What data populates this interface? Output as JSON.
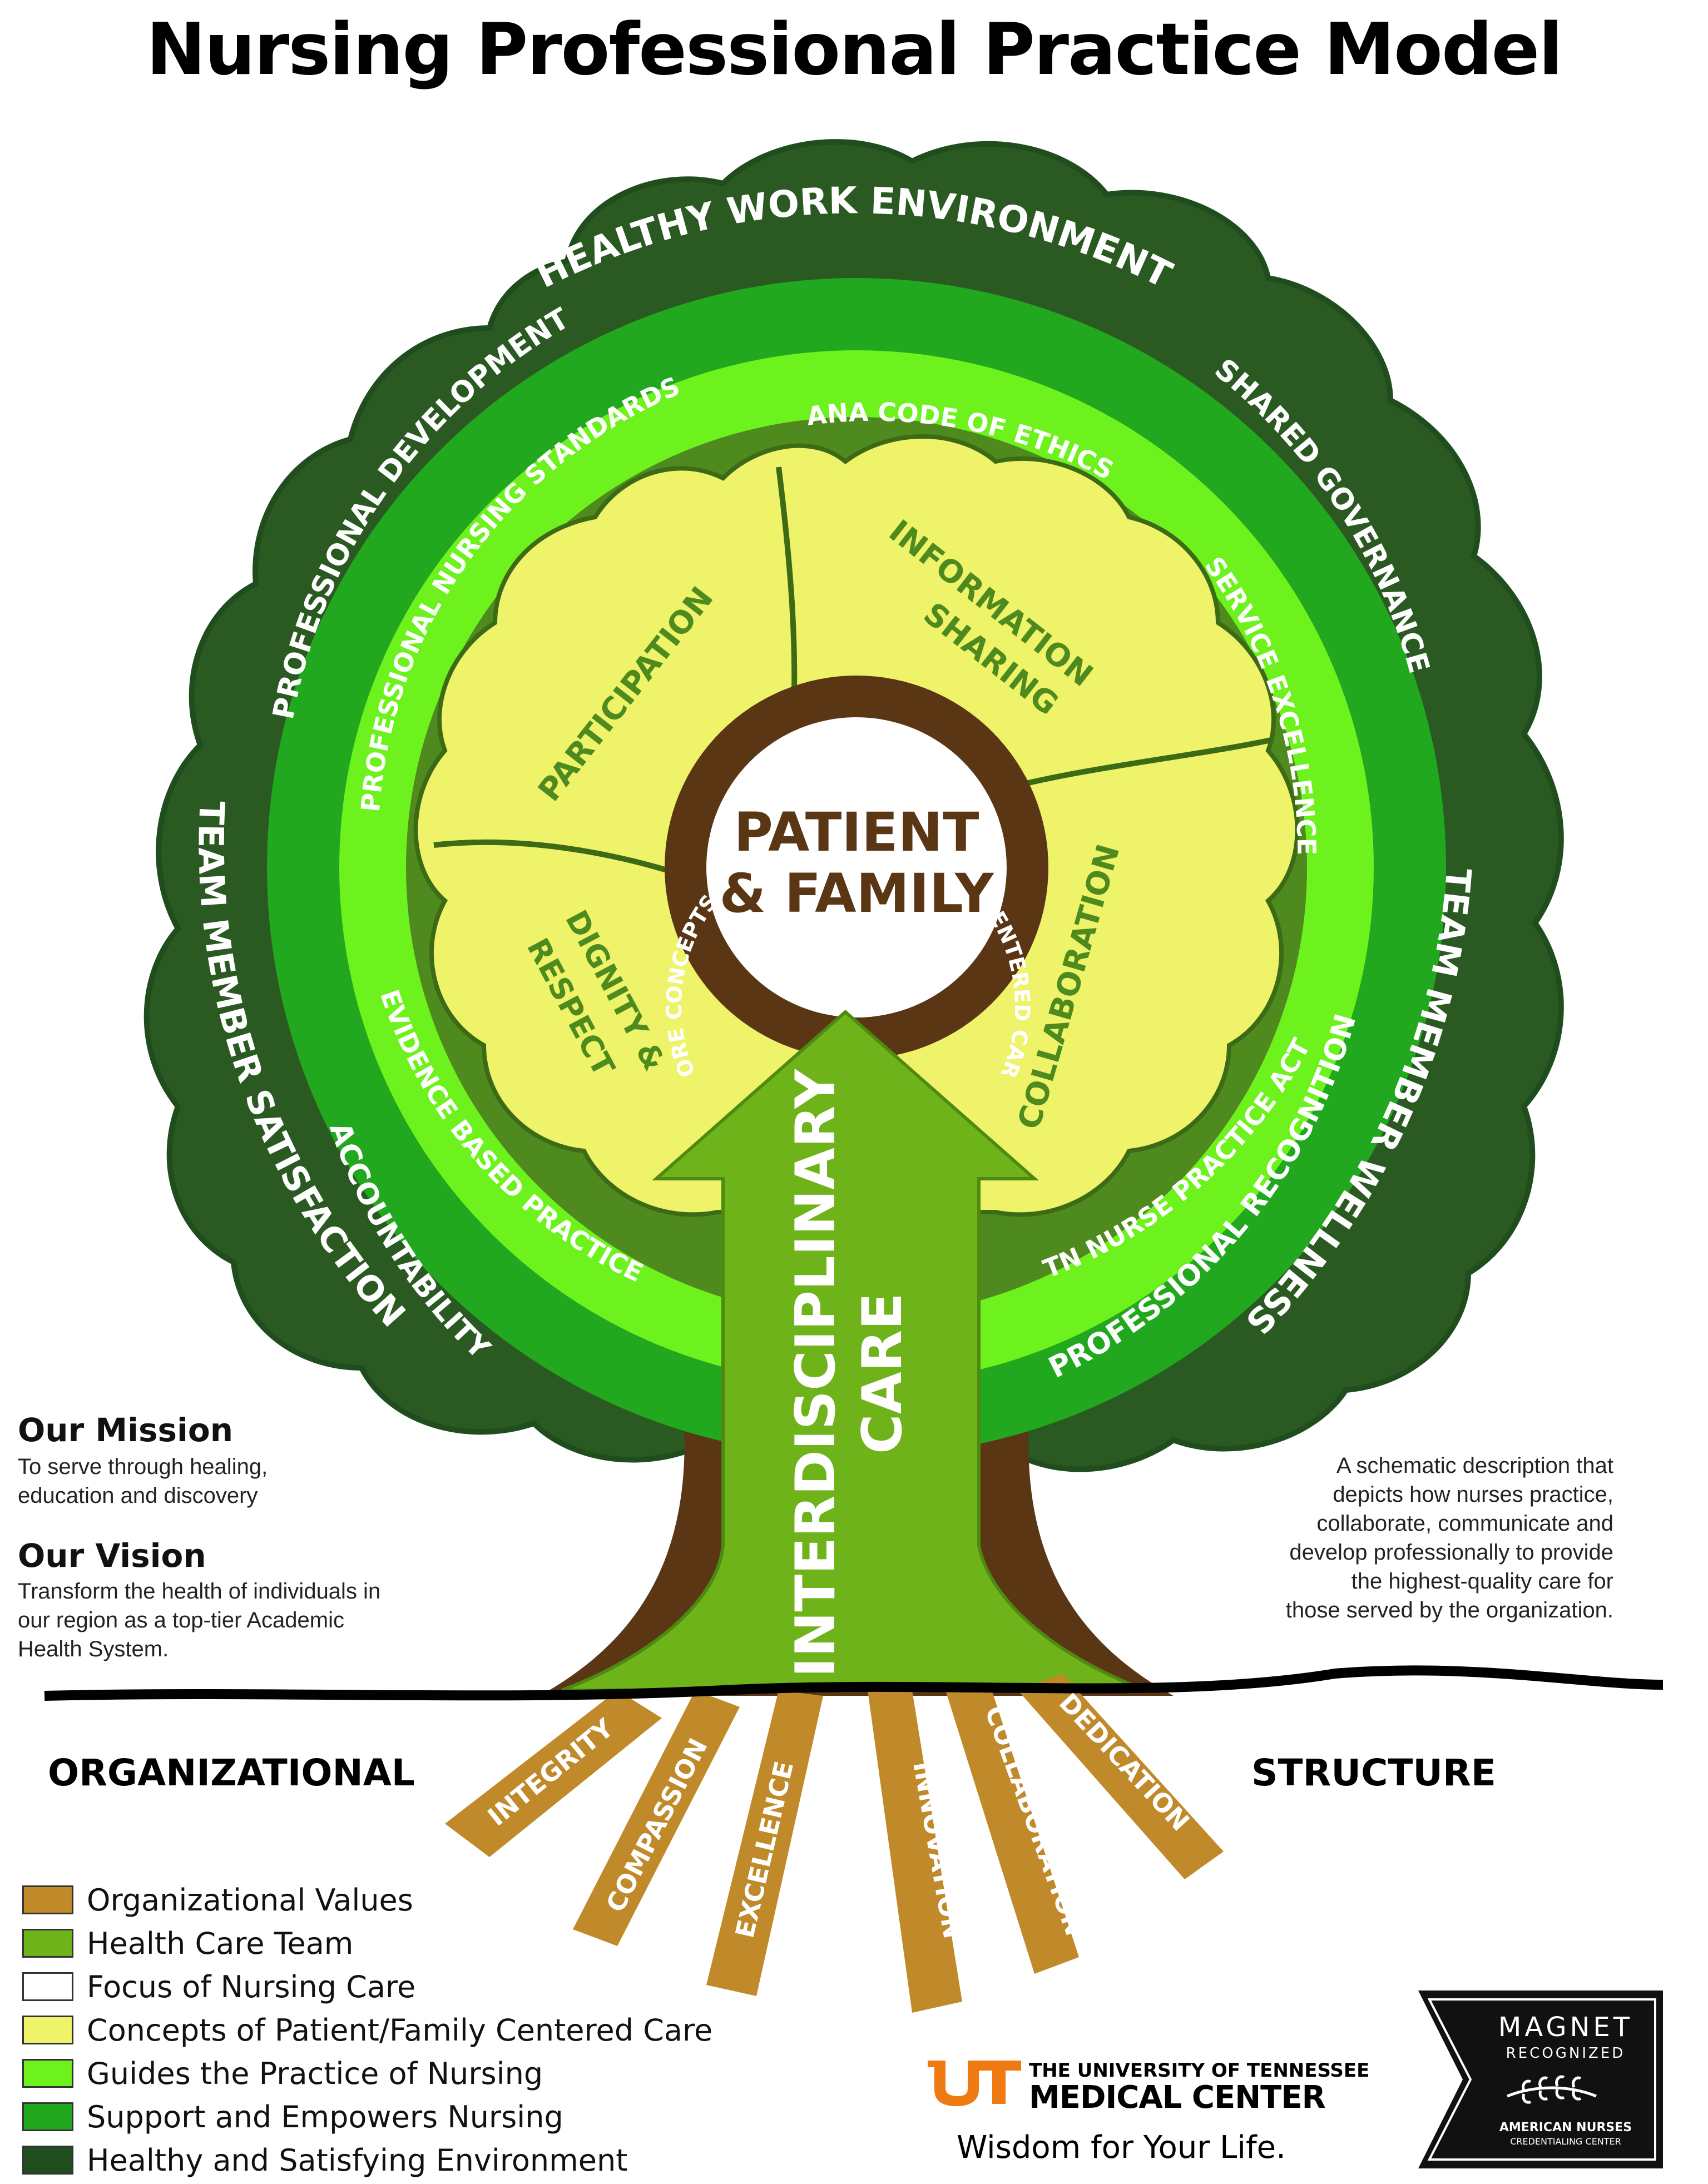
{
  "title": "Nursing Professional Practice Model",
  "rings": {
    "outer": {
      "top": "HEALTHY WORK ENVIRONMENT",
      "left": "TEAM MEMBER SATISFACTION",
      "right": "TEAM MEMBER WELLNESS"
    },
    "support": {
      "items": [
        "PROFESSIONAL DEVELOPMENT",
        "SHARED GOVERNANCE",
        "ACCOUNTABILITY",
        "PROFESSIONAL RECOGNITION"
      ]
    },
    "guides": {
      "items": [
        "PROFESSIONAL NURSING STANDARDS",
        "ANA CODE OF ETHICS",
        "SERVICE EXCELLENCE",
        "EVIDENCE BASED PRACTICE",
        "TN NURSE PRACTICE ACT"
      ]
    },
    "concepts": {
      "items": [
        "PARTICIPATION",
        "INFORMATION",
        "SHARING",
        "COLLABORATION",
        "DIGNITY &",
        "RESPECT"
      ]
    },
    "core": "CORE CONCEPTS OF PATIENT AND FAMILY CENTERED CARE",
    "focus": {
      "line1": "PATIENT",
      "line2": "& FAMILY"
    }
  },
  "trunk": {
    "line1": "INTERDISCIPLINARY",
    "line2": "CARE"
  },
  "roots": [
    "INTEGRITY",
    "COMPASSION",
    "EXCELLENCE",
    "INNOVATION",
    "COLLABORATION",
    "DEDICATION"
  ],
  "ground": {
    "left": "ORGANIZATIONAL",
    "right": "STRUCTURE"
  },
  "mission": {
    "heading": "Our Mission",
    "text": [
      "To serve through healing,",
      "education and discovery"
    ]
  },
  "vision": {
    "heading": "Our Vision",
    "text": [
      "Transform the health of individuals in",
      "our region as a top-tier Academic",
      "Health System."
    ]
  },
  "description": [
    "A schematic description that",
    "depicts how nurses practice,",
    "collaborate, communicate and",
    "develop professionally to provide",
    "the highest-quality care for",
    "those served by the organization."
  ],
  "legend": [
    {
      "label": "Organizational Values",
      "color": "#c08a2a"
    },
    {
      "label": "Health Care Team",
      "color": "#6fb31a"
    },
    {
      "label": "Focus of Nursing Care",
      "color": "#ffffff"
    },
    {
      "label": "Concepts of Patient/Family Centered Care",
      "color": "#eef36a"
    },
    {
      "label": "Guides the Practice of Nursing",
      "color": "#6ef21e"
    },
    {
      "label": "Support and Empowers Nursing",
      "color": "#22a81e"
    },
    {
      "label": "Healthy and Satisfying Environment",
      "color": "#1f4d1d"
    }
  ],
  "logo": {
    "mark": "UT",
    "line1": "THE UNIVERSITY OF TENNESSEE",
    "line2": "MEDICAL CENTER",
    "tagline": "Wisdom for Your Life."
  },
  "badge": {
    "line1": "MAGNET",
    "line2": "RECOGNIZED",
    "line3": "AMERICAN NURSES",
    "line4": "CREDENTIALING CENTER"
  },
  "colors": {
    "canopy": "#2a5a22",
    "canopy_edge": "#1f4d1d",
    "support_ring": "#22a81e",
    "guides_ring": "#6ef21e",
    "concept_ring": "#4e8a1e",
    "concept_cloud": "#eef36a",
    "core_ring": "#5a3615",
    "trunk_arrow": "#6fb31a",
    "bark": "#5a3615",
    "root": "#c08a2a",
    "logo_orange": "#f07a12"
  }
}
